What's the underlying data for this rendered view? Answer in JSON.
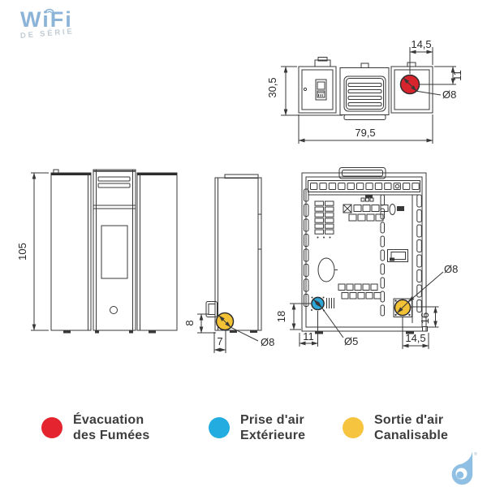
{
  "wifi": {
    "title": "WiFi",
    "subtitle": "DE SÉRIE"
  },
  "views": {
    "top": {
      "dims": {
        "depth": "30,5",
        "width": "79,5",
        "flue_offset": "14,5",
        "flue_drop": "11",
        "flue_diameter": "Ø8"
      }
    },
    "front": {
      "dims": {
        "height": "105"
      }
    },
    "side": {
      "dims": {
        "duct_height": "8",
        "duct_offset": "7",
        "duct_diameter": "Ø8"
      }
    },
    "back": {
      "dims": {
        "inlet_height": "18",
        "inlet_offset": "11",
        "inlet_diameter": "Ø5",
        "duct_offset": "14,5",
        "duct_height": "16",
        "duct_diameter": "Ø8"
      }
    }
  },
  "legend": {
    "items": [
      {
        "name": "flue-exhaust",
        "color": "#e4242f",
        "line1": "Évacuation",
        "line2": "des Fumées"
      },
      {
        "name": "outside-air-intake",
        "color": "#23acdf",
        "line1": "Prise d'air",
        "line2": "Extérieure"
      },
      {
        "name": "ductable-air-outlet",
        "color": "#f7c440",
        "line1": "Sortie d'air",
        "line2": "Canalisable"
      }
    ]
  },
  "colors": {
    "flue_red": "#d8242d",
    "intake_blue": "#2da7d8",
    "duct_yellow": "#f2c135",
    "line": "#383838",
    "wifi_blue": "#8cb4d8",
    "drop_blue": "#8fc0e4"
  },
  "brand_drop": {
    "registered": "®"
  }
}
